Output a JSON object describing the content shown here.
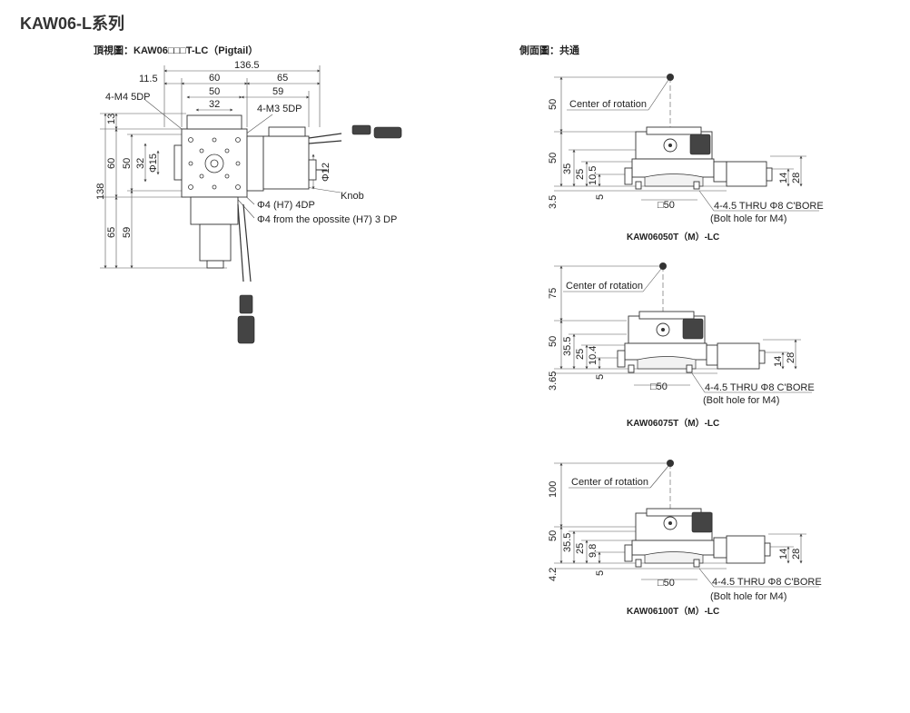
{
  "title": "KAW06-L系列",
  "top_view": {
    "caption": "頂視圖：KAW06□□□T-LC（Pigtail）",
    "dims": {
      "overall": "136.5",
      "left_off": "11.5",
      "d60": "60",
      "d65": "65",
      "d50": "50",
      "d59": "59",
      "d32": "32",
      "d13": "13",
      "v60": "60",
      "v50": "50",
      "v32": "32",
      "phi15": "Φ15",
      "v138": "138",
      "v65": "65",
      "v59": "59",
      "phi12": "Φ12"
    },
    "labels": {
      "m4": "4-M4 5DP",
      "m3": "4-M3 5DP",
      "knob": "Knob",
      "h7_4dp": "Φ4 (H7) 4DP",
      "h7_3dp": "Φ4 from the opossite (H7) 3 DP"
    }
  },
  "side_caption": "側面圖：共通",
  "side_views": [
    {
      "model": "KAW06050T（M）-LC",
      "center_label": "Center of rotation",
      "dims": {
        "top": "50",
        "mid": "50",
        "d35": "35",
        "d25": "25",
        "d10": "10.5",
        "d5": "5",
        "base": "3.5",
        "sq": "□50",
        "d14": "14",
        "d28": "28"
      },
      "thru": "4-4.5 THRU Φ8 C'BORE",
      "bolt": "(Bolt hole for M4)"
    },
    {
      "model": "KAW06075T（M）-LC",
      "center_label": "Center of rotation",
      "dims": {
        "top": "75",
        "mid": "50",
        "d35": "35.5",
        "d25": "25",
        "d10": "10.4",
        "d5": "5",
        "base": "3.65",
        "sq": "□50",
        "d14": "14",
        "d28": "28"
      },
      "thru": "4-4.5 THRU Φ8 C'BORE",
      "bolt": "(Bolt hole for M4)"
    },
    {
      "model": "KAW06100T（M）-LC",
      "center_label": "Center of rotation",
      "dims": {
        "top": "100",
        "mid": "50",
        "d35": "35.5",
        "d25": "25",
        "d10": "9.8",
        "d5": "5",
        "base": "4.2",
        "sq": "□50",
        "d14": "14",
        "d28": "28"
      },
      "thru": "4-4.5 THRU Φ8 C'BORE",
      "bolt": "(Bolt hole for M4)"
    }
  ]
}
